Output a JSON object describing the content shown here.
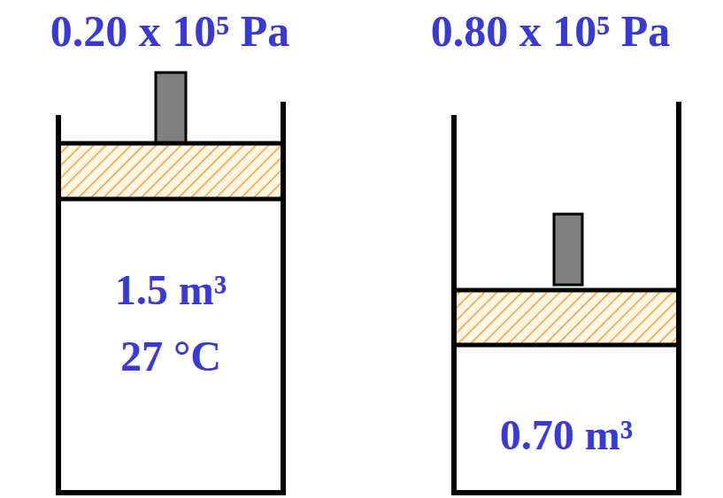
{
  "diagram": {
    "nodes": [
      {
        "text": [
          "1.5 m³",
          "27 °C"
        ]
      },
      {
        "text": [
          "0.70 m³"
        ]
      }
    ],
    "labels": [
      "0.20 x 10⁵ Pa",
      "0.80 x 10⁵ Pa"
    ]
  }
}
